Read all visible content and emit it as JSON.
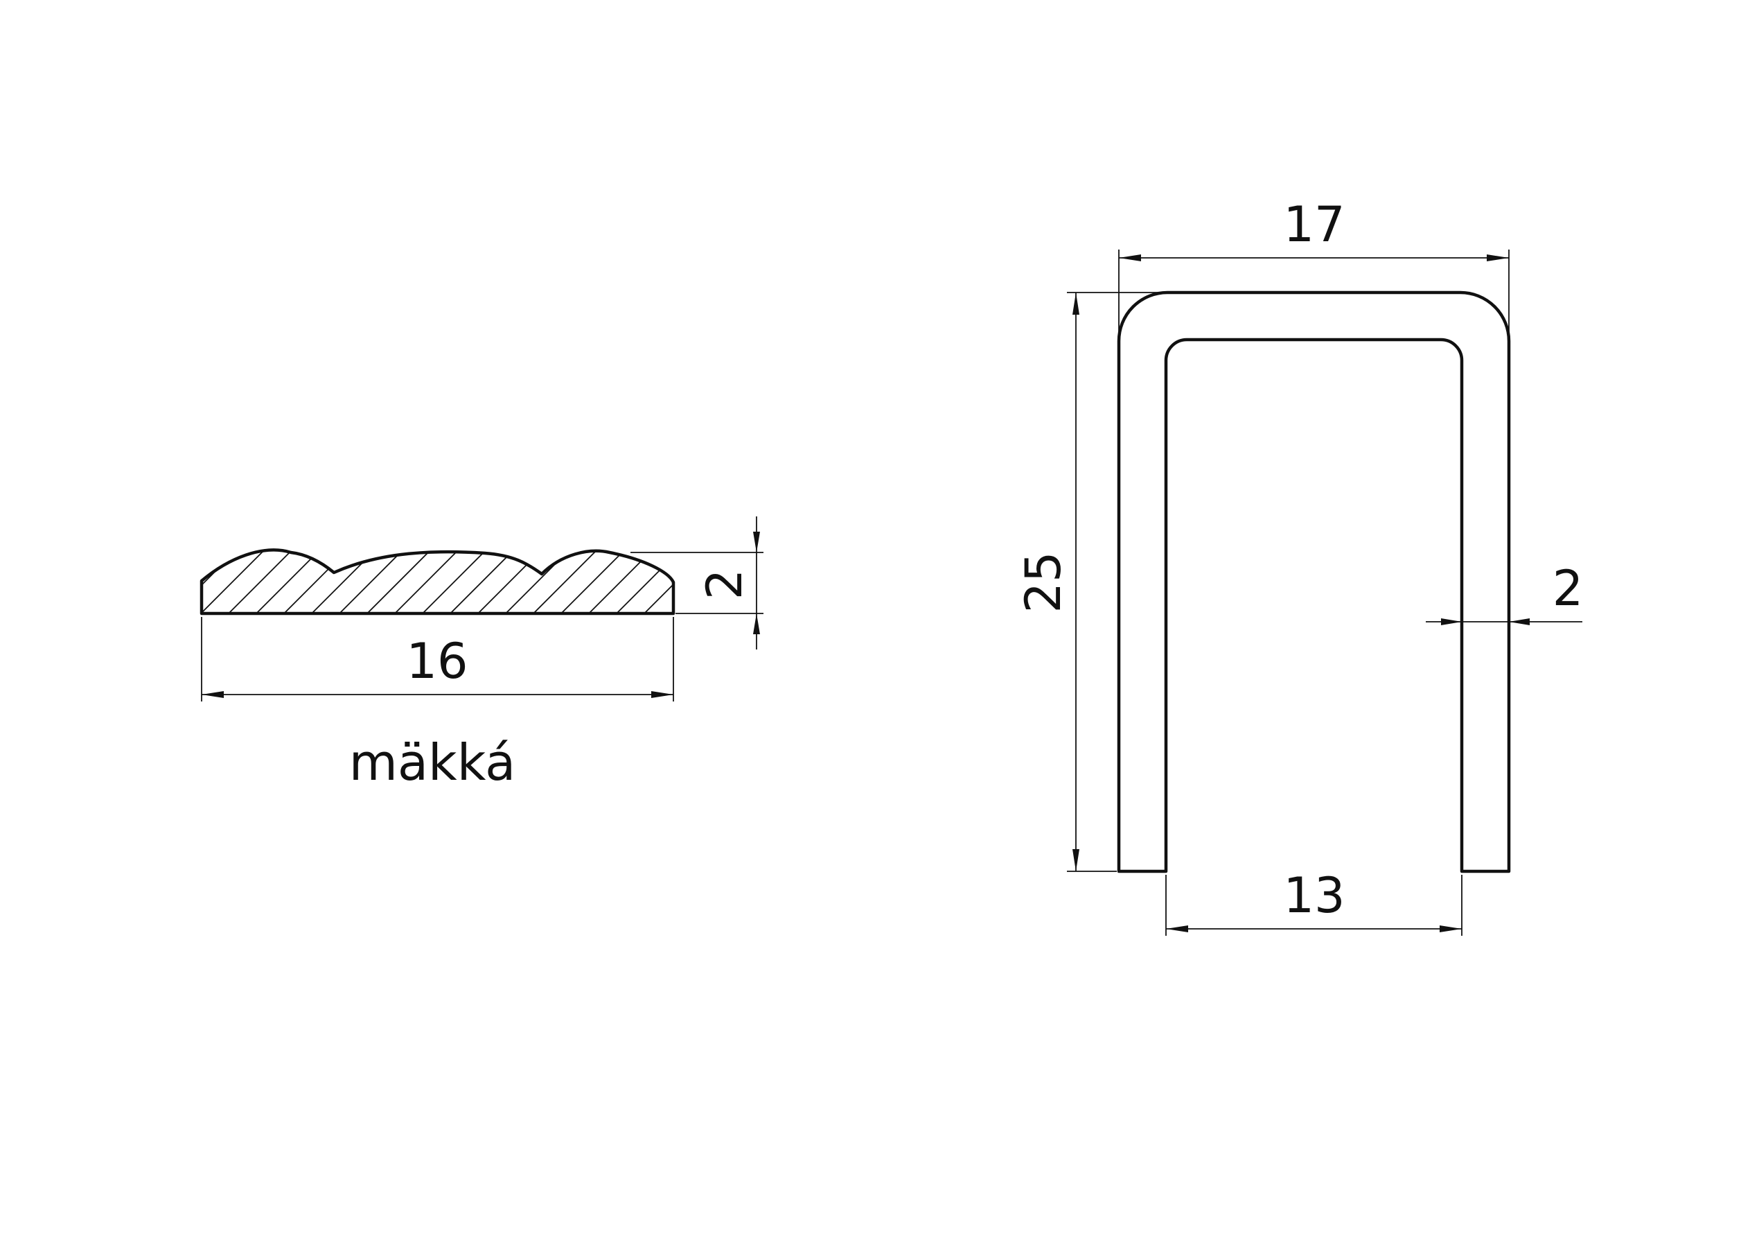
{
  "colors": {
    "line": "#111111",
    "background": "#ffffff"
  },
  "flat_profile": {
    "width_label": "16",
    "thickness_label": "2",
    "material_label": "mäkká"
  },
  "u_profile": {
    "outer_width_label": "17",
    "height_label": "25",
    "wall_label": "2",
    "inner_width_label": "13"
  }
}
